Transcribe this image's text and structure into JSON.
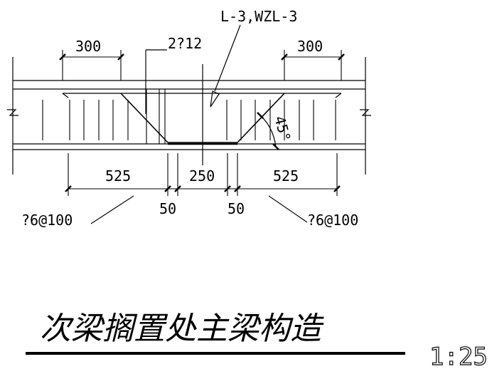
{
  "labels": {
    "beam_id": "L-3,WZL-3",
    "top_bar": "2?12",
    "angle": "45°",
    "stirrup_left": "?6@100",
    "stirrup_right": "?6@100"
  },
  "dimensions": {
    "top_left": "300",
    "top_right": "300",
    "bottom_left": "525",
    "bottom_mid": "250",
    "bottom_right": "525",
    "gap_left": "50",
    "gap_right": "50"
  },
  "title": "次梁搁置处主梁构造",
  "scale": "1:25"
}
